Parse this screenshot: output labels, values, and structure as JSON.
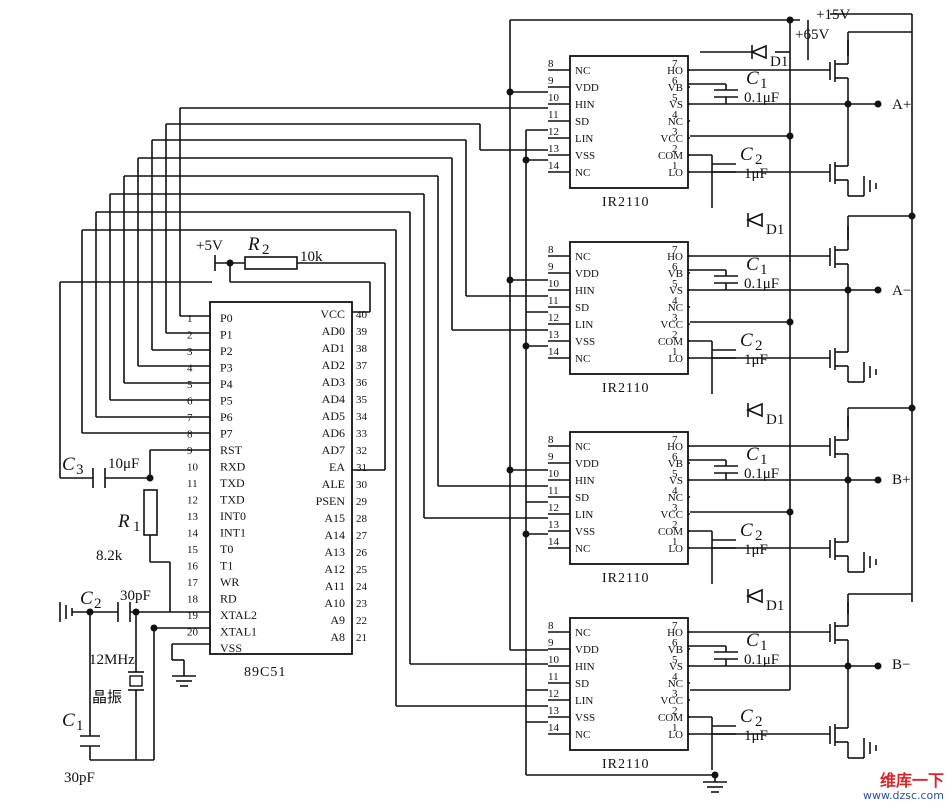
{
  "mcu": {
    "name": "89C51",
    "left_pins": [
      {
        "num": "1",
        "name": "P0"
      },
      {
        "num": "2",
        "name": "P1"
      },
      {
        "num": "3",
        "name": "P2"
      },
      {
        "num": "4",
        "name": "P3"
      },
      {
        "num": "5",
        "name": "P4"
      },
      {
        "num": "6",
        "name": "P5"
      },
      {
        "num": "7",
        "name": "P6"
      },
      {
        "num": "8",
        "name": "P7"
      },
      {
        "num": "9",
        "name": "RST"
      },
      {
        "num": "10",
        "name": "RXD"
      },
      {
        "num": "11",
        "name": "TXD"
      },
      {
        "num": "12",
        "name": "TXD"
      },
      {
        "num": "13",
        "name": "INT0"
      },
      {
        "num": "14",
        "name": "INT1"
      },
      {
        "num": "15",
        "name": "T0"
      },
      {
        "num": "16",
        "name": "T1"
      },
      {
        "num": "17",
        "name": "WR"
      },
      {
        "num": "18",
        "name": "RD"
      },
      {
        "num": "19",
        "name": "XTAL2"
      },
      {
        "num": "20",
        "name": "XTAL1"
      },
      {
        "num": "",
        "name": "VSS"
      }
    ],
    "right_pins": [
      {
        "num": "40",
        "name": "VCC"
      },
      {
        "num": "39",
        "name": "AD0"
      },
      {
        "num": "38",
        "name": "AD1"
      },
      {
        "num": "37",
        "name": "AD2"
      },
      {
        "num": "36",
        "name": "AD3"
      },
      {
        "num": "35",
        "name": "AD4"
      },
      {
        "num": "34",
        "name": "AD5"
      },
      {
        "num": "33",
        "name": "AD6"
      },
      {
        "num": "32",
        "name": "AD7"
      },
      {
        "num": "31",
        "name": "EA"
      },
      {
        "num": "30",
        "name": "ALE"
      },
      {
        "num": "29",
        "name": "PSEN"
      },
      {
        "num": "28",
        "name": "A15"
      },
      {
        "num": "27",
        "name": "A14"
      },
      {
        "num": "26",
        "name": "A13"
      },
      {
        "num": "25",
        "name": "A12"
      },
      {
        "num": "24",
        "name": "A11"
      },
      {
        "num": "23",
        "name": "A10"
      },
      {
        "num": "22",
        "name": "A9"
      },
      {
        "num": "21",
        "name": "A8"
      }
    ]
  },
  "driver": {
    "name": "IR2110",
    "left_pins": [
      {
        "num": "8",
        "name": "NC"
      },
      {
        "num": "9",
        "name": "VDD"
      },
      {
        "num": "10",
        "name": "HIN"
      },
      {
        "num": "11",
        "name": "SD"
      },
      {
        "num": "12",
        "name": "LIN"
      },
      {
        "num": "13",
        "name": "VSS"
      },
      {
        "num": "14",
        "name": "NC"
      }
    ],
    "right_pins": [
      {
        "num": "7",
        "name": "HO"
      },
      {
        "num": "6",
        "name": "VB"
      },
      {
        "num": "5",
        "name": "VS"
      },
      {
        "num": "4",
        "name": "NC"
      },
      {
        "num": "3",
        "name": "VCC"
      },
      {
        "num": "2",
        "name": "COM"
      },
      {
        "num": "1",
        "name": "LO"
      }
    ]
  },
  "labels": {
    "supply_5v": "+5V",
    "supply_15v": "+15V",
    "supply_65v": "+65V",
    "r2": "R",
    "r2_sub": "2",
    "r2_value": "10k",
    "r1": "R",
    "r1_sub": "1",
    "r1_value": "8.2k",
    "c3": "C",
    "c3_sub": "3",
    "c3_value": "10μF",
    "c2_xtal": "C",
    "c2_xtal_sub": "2",
    "c2_xtal_value": "30pF",
    "c1_xtal": "C",
    "c1_xtal_sub": "1",
    "c1_xtal_value": "30pF",
    "crystal_freq": "12MHz",
    "crystal_name": "晶振",
    "d1": "D1",
    "c1": "C",
    "c1_sub": "1",
    "c1_value": "0.1μF",
    "c2": "C",
    "c2_sub": "2",
    "c2_value": "1μF",
    "out_a_plus": "A+",
    "out_a_minus": "A−",
    "out_b_plus": "B+",
    "out_b_minus": "B−"
  },
  "watermark": {
    "line1": "维库一下",
    "line2": "www.dzsc.com"
  }
}
